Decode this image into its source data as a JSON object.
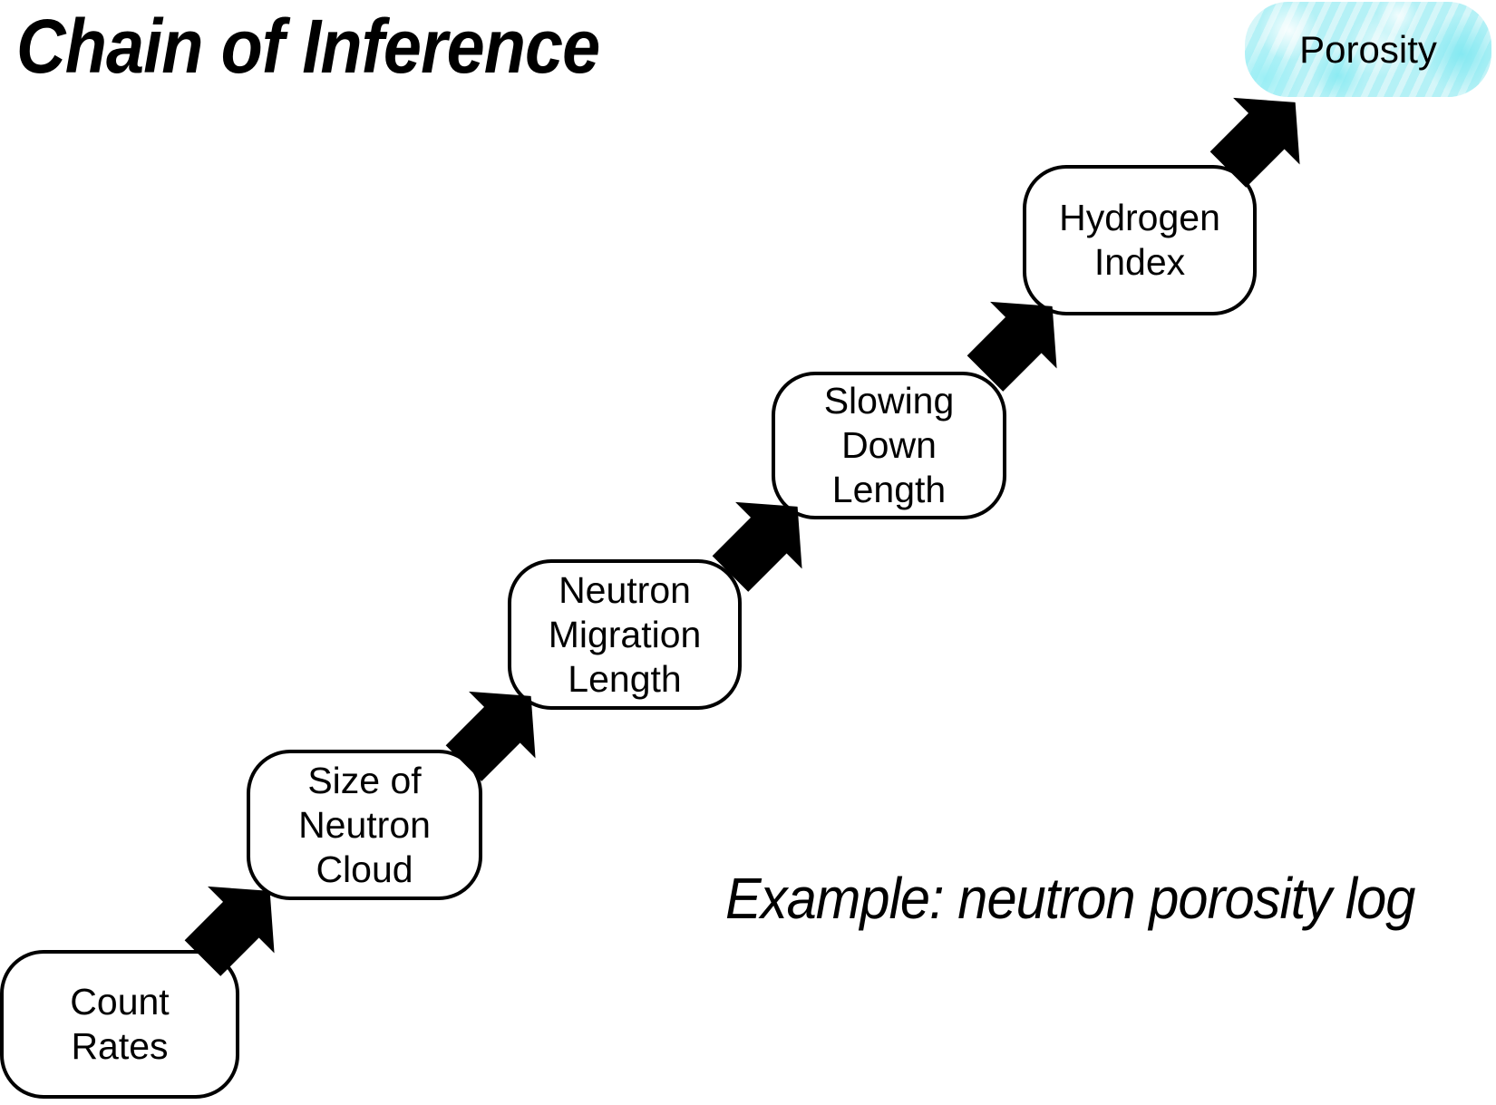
{
  "title": "Chain of Inference",
  "caption": "Example: neutron porosity log",
  "colors": {
    "ink": "#000000",
    "background": "#ffffff",
    "final_node_fill": "#bff2f6"
  },
  "icons": {
    "connector": "block-arrow-up-right-icon"
  },
  "chain": {
    "description": "inference steps from measured count rates to porosity",
    "nodes": [
      {
        "id": "count-rates",
        "label": "Count\nRates"
      },
      {
        "id": "size-of-neutron-cloud",
        "label": "Size of\nNeutron\nCloud"
      },
      {
        "id": "neutron-migration-length",
        "label": "Neutron\nMigration\nLength"
      },
      {
        "id": "slowing-down-length",
        "label": "Slowing\nDown\nLength"
      },
      {
        "id": "hydrogen-index",
        "label": "Hydrogen\nIndex"
      },
      {
        "id": "porosity",
        "label": "Porosity",
        "highlighted": true
      }
    ],
    "arrow_count": 5,
    "arrow_direction": "up-right"
  }
}
